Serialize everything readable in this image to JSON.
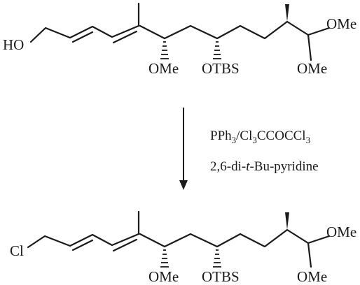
{
  "reactant": {
    "end_group": "HO",
    "ome_top": "OMe",
    "ome_bottom": "OMe",
    "ome_sub": "OMe",
    "otbs_sub": "OTBS"
  },
  "conditions": {
    "line1": {
      "part1": "PPh",
      "sub1": "3",
      "part2": "/Cl",
      "sub2": "3",
      "part3": "CCOCCl",
      "sub3": "3"
    },
    "line2": {
      "part1": "2,6-di-",
      "italic": "t",
      "part2": "-Bu-pyridine"
    }
  },
  "product": {
    "end_group": "Cl",
    "ome_top": "OMe",
    "ome_bottom": "OMe",
    "ome_sub": "OMe",
    "otbs_sub": "OTBS"
  }
}
